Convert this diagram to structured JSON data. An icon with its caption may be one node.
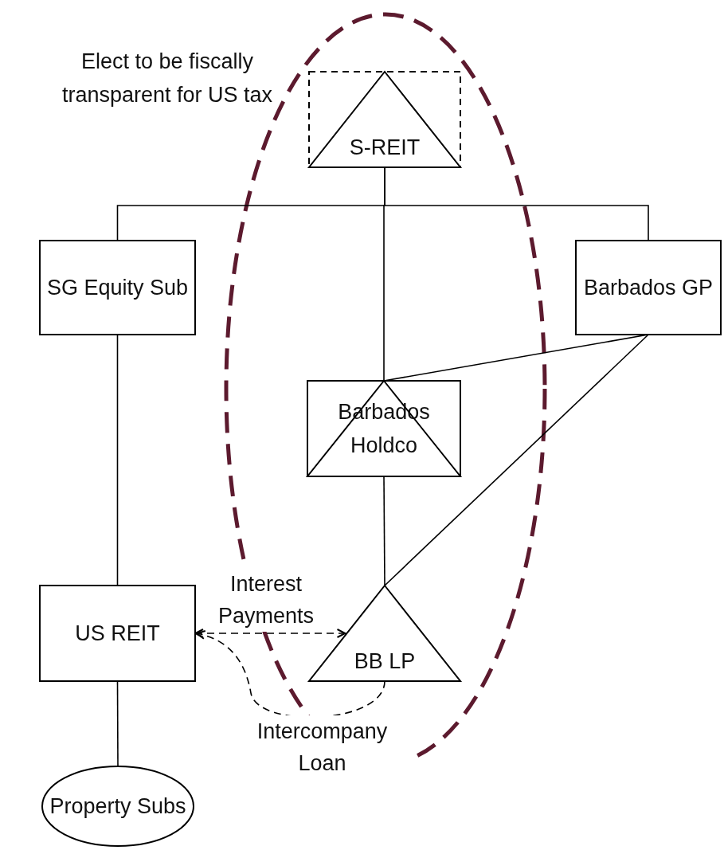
{
  "diagram": {
    "nodes": [
      {
        "text": [
          "S-REIT"
        ],
        "beside": [
          "Elect to be fiscally transparent for US tax"
        ]
      },
      {
        "text": [
          "SG Equity Sub"
        ]
      },
      {
        "text": [
          "Barbados GP"
        ]
      },
      {
        "text": [
          "Barbados Holdco"
        ]
      },
      {
        "text": [
          "US REIT"
        ]
      },
      {
        "text": [
          "BB LP"
        ]
      },
      {
        "text": [
          "Property Subs"
        ]
      }
    ],
    "edges": [
      {
        "from": 0,
        "to": 1,
        "arrow": "none"
      },
      {
        "from": 0,
        "to": 3,
        "arrow": "none"
      },
      {
        "from": 0,
        "to": 2,
        "arrow": "none"
      },
      {
        "from": 1,
        "to": 4,
        "arrow": "none"
      },
      {
        "from": 2,
        "to": 3,
        "arrow": "none"
      },
      {
        "from": 2,
        "to": 5,
        "arrow": "none"
      },
      {
        "from": 3,
        "to": 5,
        "arrow": "none"
      },
      {
        "from": 4,
        "to": 6,
        "arrow": "none"
      },
      {
        "from": 4,
        "to": 5,
        "arrow": "both",
        "style": "dashed",
        "label": "Interest Payments"
      },
      {
        "from": 5,
        "to": 4,
        "arrow": "to",
        "style": "dashed",
        "label": "Intercompany Loan"
      }
    ]
  }
}
